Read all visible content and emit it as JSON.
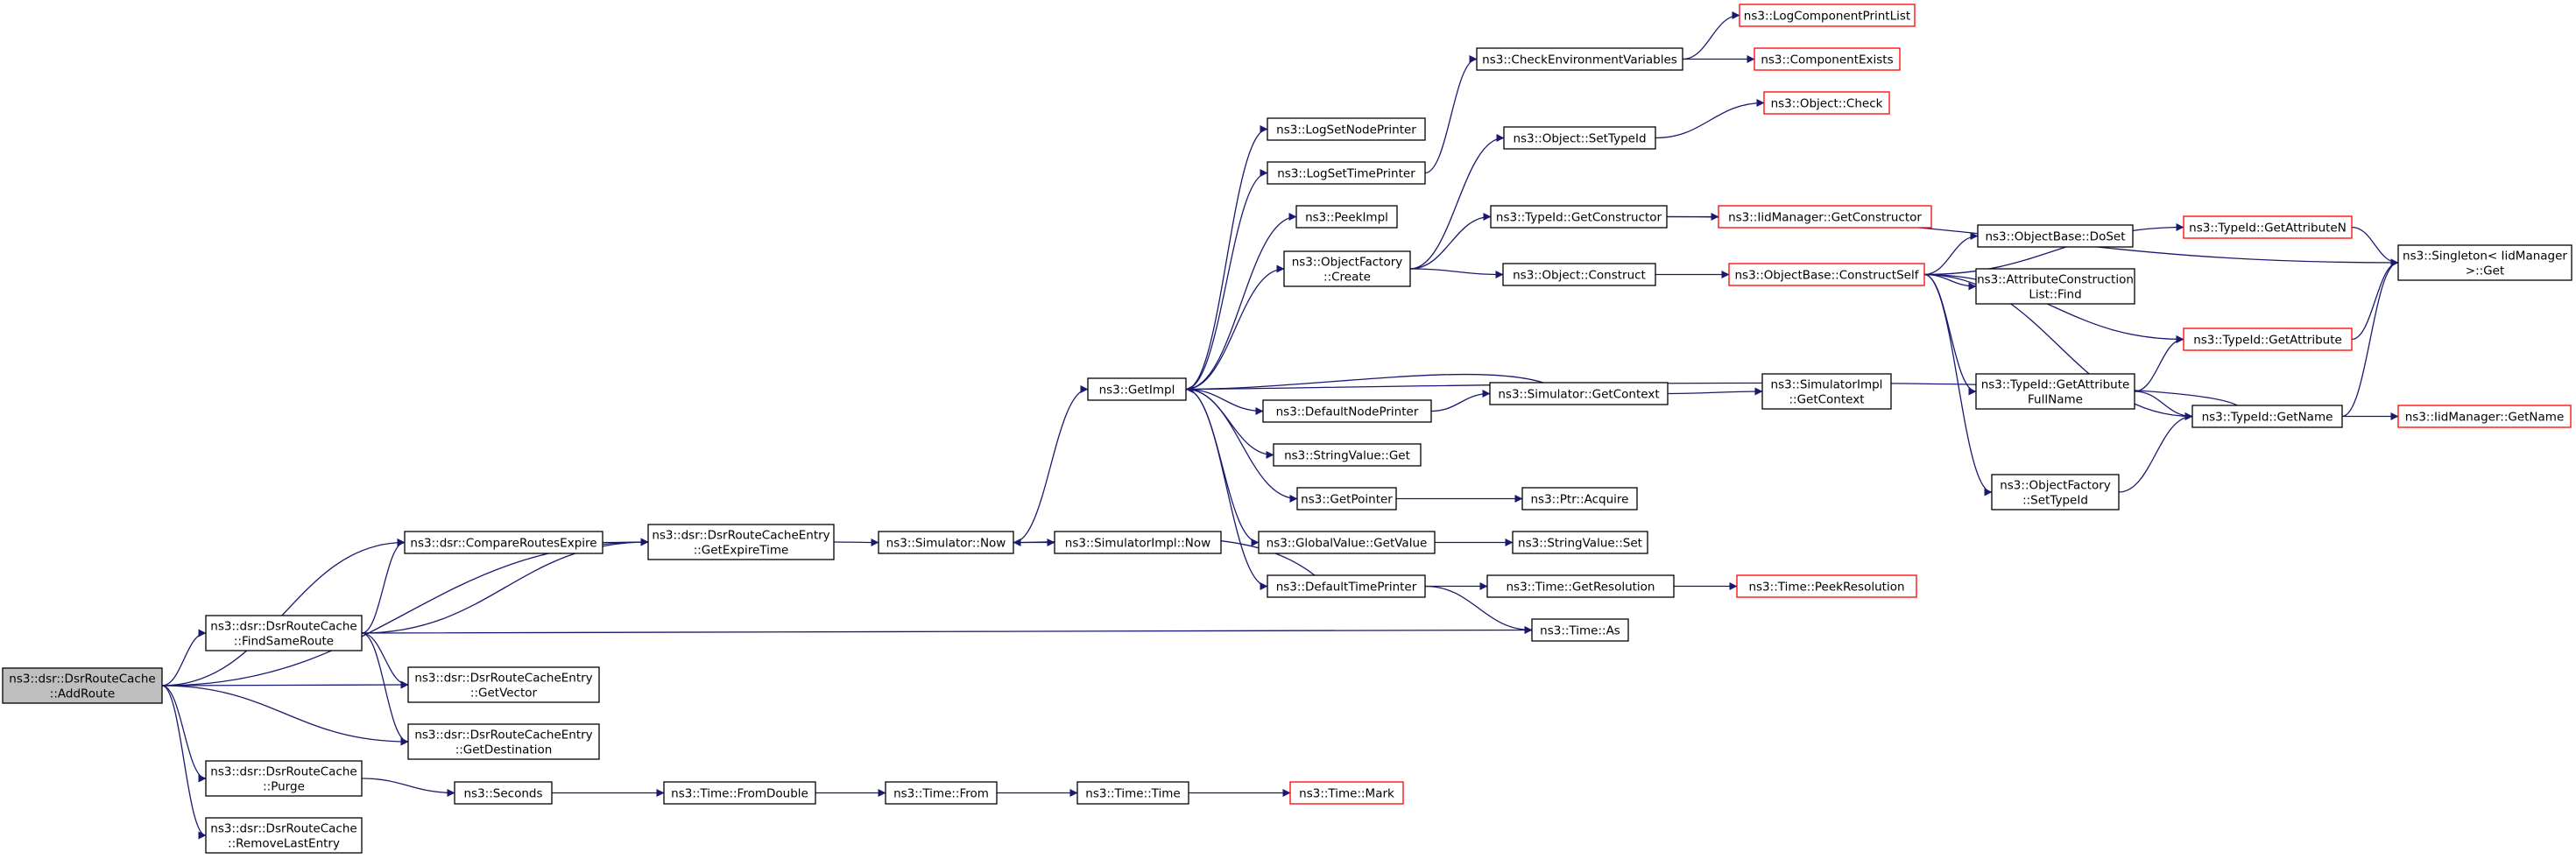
{
  "graph": {
    "nodes": [
      {
        "id": "addroute",
        "lines": [
          "ns3::dsr::DsrRouteCache",
          "::AddRoute"
        ],
        "style": "root"
      },
      {
        "id": "findsame",
        "lines": [
          "ns3::dsr::DsrRouteCache",
          "::FindSameRoute"
        ],
        "style": "normal"
      },
      {
        "id": "purge",
        "lines": [
          "ns3::dsr::DsrRouteCache",
          "::Purge"
        ],
        "style": "normal"
      },
      {
        "id": "removelast",
        "lines": [
          "ns3::dsr::DsrRouteCache",
          "::RemoveLastEntry"
        ],
        "style": "normal"
      },
      {
        "id": "compareroutes",
        "lines": [
          "ns3::dsr::CompareRoutesExpire"
        ],
        "style": "normal"
      },
      {
        "id": "getexpire",
        "lines": [
          "ns3::dsr::DsrRouteCacheEntry",
          "::GetExpireTime"
        ],
        "style": "normal"
      },
      {
        "id": "getvector",
        "lines": [
          "ns3::dsr::DsrRouteCacheEntry",
          "::GetVector"
        ],
        "style": "normal"
      },
      {
        "id": "getdest",
        "lines": [
          "ns3::dsr::DsrRouteCacheEntry",
          "::GetDestination"
        ],
        "style": "normal"
      },
      {
        "id": "seconds",
        "lines": [
          "ns3::Seconds"
        ],
        "style": "normal"
      },
      {
        "id": "fromdouble",
        "lines": [
          "ns3::Time::FromDouble"
        ],
        "style": "normal"
      },
      {
        "id": "from",
        "lines": [
          "ns3::Time::From"
        ],
        "style": "normal"
      },
      {
        "id": "timetime",
        "lines": [
          "ns3::Time::Time"
        ],
        "style": "normal"
      },
      {
        "id": "timemark",
        "lines": [
          "ns3::Time::Mark"
        ],
        "style": "red"
      },
      {
        "id": "simnow",
        "lines": [
          "ns3::Simulator::Now"
        ],
        "style": "normal"
      },
      {
        "id": "simimplnow",
        "lines": [
          "ns3::SimulatorImpl::Now"
        ],
        "style": "normal"
      },
      {
        "id": "getimpl",
        "lines": [
          "ns3::GetImpl"
        ],
        "style": "normal"
      },
      {
        "id": "lognode",
        "lines": [
          "ns3::LogSetNodePrinter"
        ],
        "style": "normal"
      },
      {
        "id": "logtime",
        "lines": [
          "ns3::LogSetTimePrinter"
        ],
        "style": "normal"
      },
      {
        "id": "peekimpl",
        "lines": [
          "ns3::PeekImpl"
        ],
        "style": "normal"
      },
      {
        "id": "objfactcreate",
        "lines": [
          "ns3::ObjectFactory",
          "::Create"
        ],
        "style": "normal"
      },
      {
        "id": "defnodeprinter",
        "lines": [
          "ns3::DefaultNodePrinter"
        ],
        "style": "normal"
      },
      {
        "id": "stringvalget",
        "lines": [
          "ns3::StringValue::Get"
        ],
        "style": "normal"
      },
      {
        "id": "getpointer",
        "lines": [
          "ns3::GetPointer"
        ],
        "style": "normal"
      },
      {
        "id": "globalvalget",
        "lines": [
          "ns3::GlobalValue::GetValue"
        ],
        "style": "normal"
      },
      {
        "id": "deftimeprinter",
        "lines": [
          "ns3::DefaultTimePrinter"
        ],
        "style": "normal"
      },
      {
        "id": "checkenv",
        "lines": [
          "ns3::CheckEnvironmentVariables"
        ],
        "style": "normal"
      },
      {
        "id": "logcomplist",
        "lines": [
          "ns3::LogComponentPrintList"
        ],
        "style": "red"
      },
      {
        "id": "compexists",
        "lines": [
          "ns3::ComponentExists"
        ],
        "style": "red"
      },
      {
        "id": "objsettypeid",
        "lines": [
          "ns3::Object::SetTypeId"
        ],
        "style": "normal"
      },
      {
        "id": "objcheck",
        "lines": [
          "ns3::Object::Check"
        ],
        "style": "red"
      },
      {
        "id": "typeidgetctor",
        "lines": [
          "ns3::TypeId::GetConstructor"
        ],
        "style": "normal"
      },
      {
        "id": "iidmgrgetctor",
        "lines": [
          "ns3::IidManager::GetConstructor"
        ],
        "style": "red"
      },
      {
        "id": "objconstruct",
        "lines": [
          "ns3::Object::Construct"
        ],
        "style": "normal"
      },
      {
        "id": "objbasector",
        "lines": [
          "ns3::ObjectBase::ConstructSelf"
        ],
        "style": "red"
      },
      {
        "id": "simgetctx",
        "lines": [
          "ns3::Simulator::GetContext"
        ],
        "style": "normal"
      },
      {
        "id": "simimplgetctx",
        "lines": [
          "ns3::SimulatorImpl",
          "::GetContext"
        ],
        "style": "normal"
      },
      {
        "id": "ptracquire",
        "lines": [
          "ns3::Ptr::Acquire"
        ],
        "style": "normal"
      },
      {
        "id": "stringvalset",
        "lines": [
          "ns3::StringValue::Set"
        ],
        "style": "normal"
      },
      {
        "id": "timegetres",
        "lines": [
          "ns3::Time::GetResolution"
        ],
        "style": "normal"
      },
      {
        "id": "timepeekres",
        "lines": [
          "ns3::Time::PeekResolution"
        ],
        "style": "red"
      },
      {
        "id": "timeas",
        "lines": [
          "ns3::Time::As"
        ],
        "style": "normal"
      },
      {
        "id": "objbasedoset",
        "lines": [
          "ns3::ObjectBase::DoSet"
        ],
        "style": "normal"
      },
      {
        "id": "attrconstr",
        "lines": [
          "ns3::AttributeConstruction",
          "List::Find"
        ],
        "style": "normal"
      },
      {
        "id": "typeidgetattrN",
        "lines": [
          "ns3::TypeId::GetAttributeN"
        ],
        "style": "red"
      },
      {
        "id": "typeidgetattr",
        "lines": [
          "ns3::TypeId::GetAttribute"
        ],
        "style": "red"
      },
      {
        "id": "typeidgetattrfull",
        "lines": [
          "ns3::TypeId::GetAttribute",
          "FullName"
        ],
        "style": "normal"
      },
      {
        "id": "typeidgetname",
        "lines": [
          "ns3::TypeId::GetName"
        ],
        "style": "normal"
      },
      {
        "id": "iidmgrgetname",
        "lines": [
          "ns3::IidManager::GetName"
        ],
        "style": "red"
      },
      {
        "id": "objfactsettype",
        "lines": [
          "ns3::ObjectFactory",
          "::SetTypeId"
        ],
        "style": "normal"
      },
      {
        "id": "singletonget",
        "lines": [
          "ns3::Singleton< IidManager",
          " >::Get"
        ],
        "style": "normal"
      }
    ],
    "edges": [
      [
        "addroute",
        "findsame"
      ],
      [
        "addroute",
        "compareroutes"
      ],
      [
        "addroute",
        "getexpire"
      ],
      [
        "addroute",
        "getvector"
      ],
      [
        "addroute",
        "getdest"
      ],
      [
        "addroute",
        "purge"
      ],
      [
        "addroute",
        "removelast"
      ],
      [
        "findsame",
        "compareroutes"
      ],
      [
        "findsame",
        "getexpire"
      ],
      [
        "findsame",
        "getvector"
      ],
      [
        "findsame",
        "getdest"
      ],
      [
        "findsame",
        "timeas"
      ],
      [
        "compareroutes",
        "getexpire"
      ],
      [
        "getexpire",
        "simnow"
      ],
      [
        "purge",
        "seconds"
      ],
      [
        "seconds",
        "fromdouble"
      ],
      [
        "fromdouble",
        "from"
      ],
      [
        "from",
        "timetime"
      ],
      [
        "timetime",
        "timemark"
      ],
      [
        "simnow",
        "simimplnow"
      ],
      [
        "simnow",
        "getimpl"
      ],
      [
        "getimpl",
        "lognode"
      ],
      [
        "getimpl",
        "logtime"
      ],
      [
        "getimpl",
        "peekimpl"
      ],
      [
        "getimpl",
        "objfactcreate"
      ],
      [
        "getimpl",
        "defnodeprinter"
      ],
      [
        "getimpl",
        "stringvalget"
      ],
      [
        "getimpl",
        "getpointer"
      ],
      [
        "getimpl",
        "globalvalget"
      ],
      [
        "getimpl",
        "deftimeprinter"
      ],
      [
        "logtime",
        "checkenv"
      ],
      [
        "checkenv",
        "logcomplist"
      ],
      [
        "checkenv",
        "compexists"
      ],
      [
        "objfactcreate",
        "objsettypeid"
      ],
      [
        "objfactcreate",
        "typeidgetctor"
      ],
      [
        "objfactcreate",
        "objconstruct"
      ],
      [
        "objsettypeid",
        "objcheck"
      ],
      [
        "typeidgetctor",
        "iidmgrgetctor"
      ],
      [
        "typeidgetctor",
        "singletonget"
      ],
      [
        "objconstruct",
        "objbasector"
      ],
      [
        "objbasector",
        "objbasedoset"
      ],
      [
        "objbasector",
        "attrconstr"
      ],
      [
        "objbasector",
        "typeidgetattrN"
      ],
      [
        "objbasector",
        "typeidgetattr"
      ],
      [
        "objbasector",
        "typeidgetattrfull"
      ],
      [
        "objbasector",
        "typeidgetname"
      ],
      [
        "objbasector",
        "objfactsettype"
      ],
      [
        "typeidgetattrN",
        "singletonget"
      ],
      [
        "typeidgetattr",
        "singletonget"
      ],
      [
        "typeidgetattrfull",
        "typeidgetattr"
      ],
      [
        "typeidgetattrfull",
        "typeidgetname"
      ],
      [
        "typeidgetname",
        "iidmgrgetname"
      ],
      [
        "typeidgetname",
        "singletonget"
      ],
      [
        "typeidgetname",
        "getimpl"
      ],
      [
        "objfactsettype",
        "typeidgetname"
      ],
      [
        "defnodeprinter",
        "simgetctx"
      ],
      [
        "simgetctx",
        "getimpl"
      ],
      [
        "simgetctx",
        "simimplgetctx"
      ],
      [
        "getpointer",
        "ptracquire"
      ],
      [
        "globalvalget",
        "stringvalset"
      ],
      [
        "deftimeprinter",
        "timegetres"
      ],
      [
        "deftimeprinter",
        "timeas"
      ],
      [
        "deftimeprinter",
        "simnow"
      ],
      [
        "timegetres",
        "timepeekres"
      ]
    ]
  }
}
